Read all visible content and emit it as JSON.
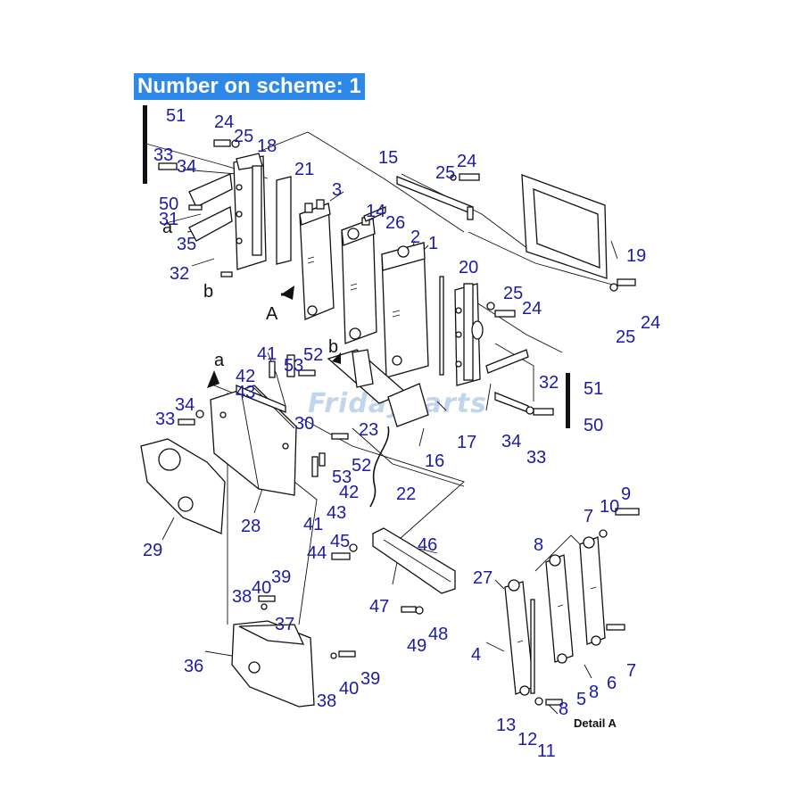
{
  "header": {
    "scheme_label": "Number on scheme: 1"
  },
  "watermark": {
    "text": "FridayParts",
    "color": "#2d88e8"
  },
  "detail_label": "Detail A",
  "view_letters": [
    "a",
    "b",
    "A",
    "a",
    "b"
  ],
  "callouts": [
    "51",
    "24",
    "25",
    "18",
    "33",
    "34",
    "21",
    "50",
    "31",
    "35",
    "32",
    "3",
    "14",
    "26",
    "2",
    "1",
    "15",
    "25",
    "24",
    "19",
    "20",
    "25",
    "24",
    "25",
    "24",
    "41",
    "53",
    "52",
    "42",
    "43",
    "34",
    "33",
    "30",
    "23",
    "17",
    "32",
    "51",
    "50",
    "34",
    "33",
    "53",
    "52",
    "42",
    "16",
    "22",
    "41",
    "43",
    "29",
    "28",
    "7",
    "10",
    "9",
    "8",
    "45",
    "46",
    "44",
    "27",
    "47",
    "49",
    "48",
    "38",
    "40",
    "39",
    "37",
    "36",
    "38",
    "40",
    "39",
    "4",
    "5",
    "8",
    "6",
    "7",
    "13",
    "12",
    "8",
    "11"
  ],
  "colors": {
    "callout": "#1b1ba8",
    "banner": "#2d88e8",
    "line": "#111111"
  }
}
